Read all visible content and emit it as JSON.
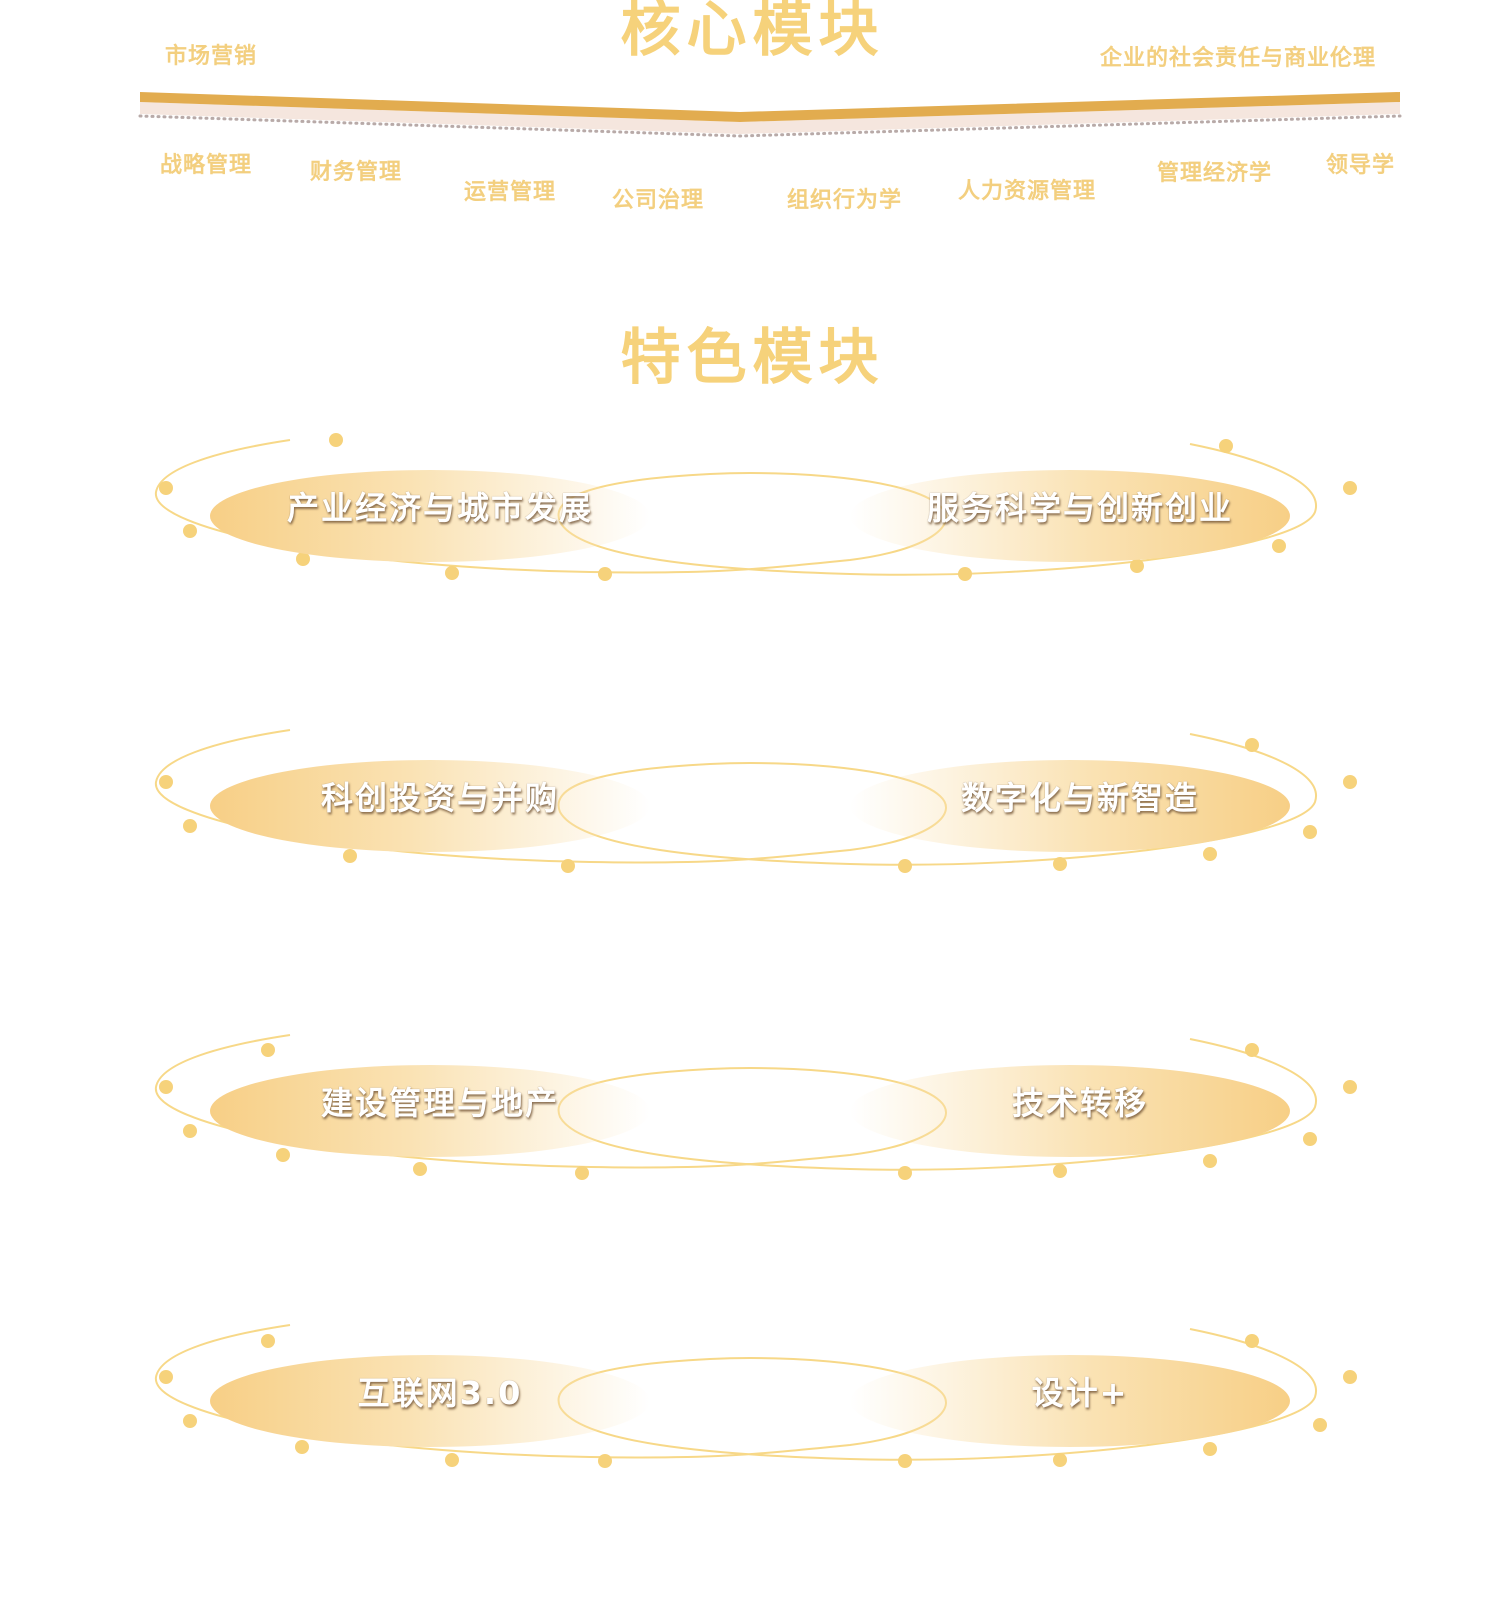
{
  "core_section": {
    "title": "核心模块",
    "top_left_label": "市场营销",
    "top_right_label": "企业的社会责任与商业伦理",
    "modules": [
      "战略管理",
      "财务管理",
      "运营管理",
      "公司治理",
      "组织行为学",
      "人力资源管理",
      "管理经济学",
      "领导学"
    ]
  },
  "feature_section": {
    "title": "特色模块",
    "rows": [
      {
        "left": "产业经济与城市发展",
        "right": "服务科学与创新创业"
      },
      {
        "left": "科创投资与并购",
        "right": "数字化与新智造"
      },
      {
        "left": "建设管理与地产",
        "right": "技术转移"
      },
      {
        "left": "互联网3.0",
        "right": "设计+"
      }
    ]
  },
  "colors": {
    "title": "#f6d27b",
    "label": "#f3cf7f",
    "band": "#e2ac4f",
    "ring": "#f7d888",
    "dot": "#f6d27b"
  }
}
